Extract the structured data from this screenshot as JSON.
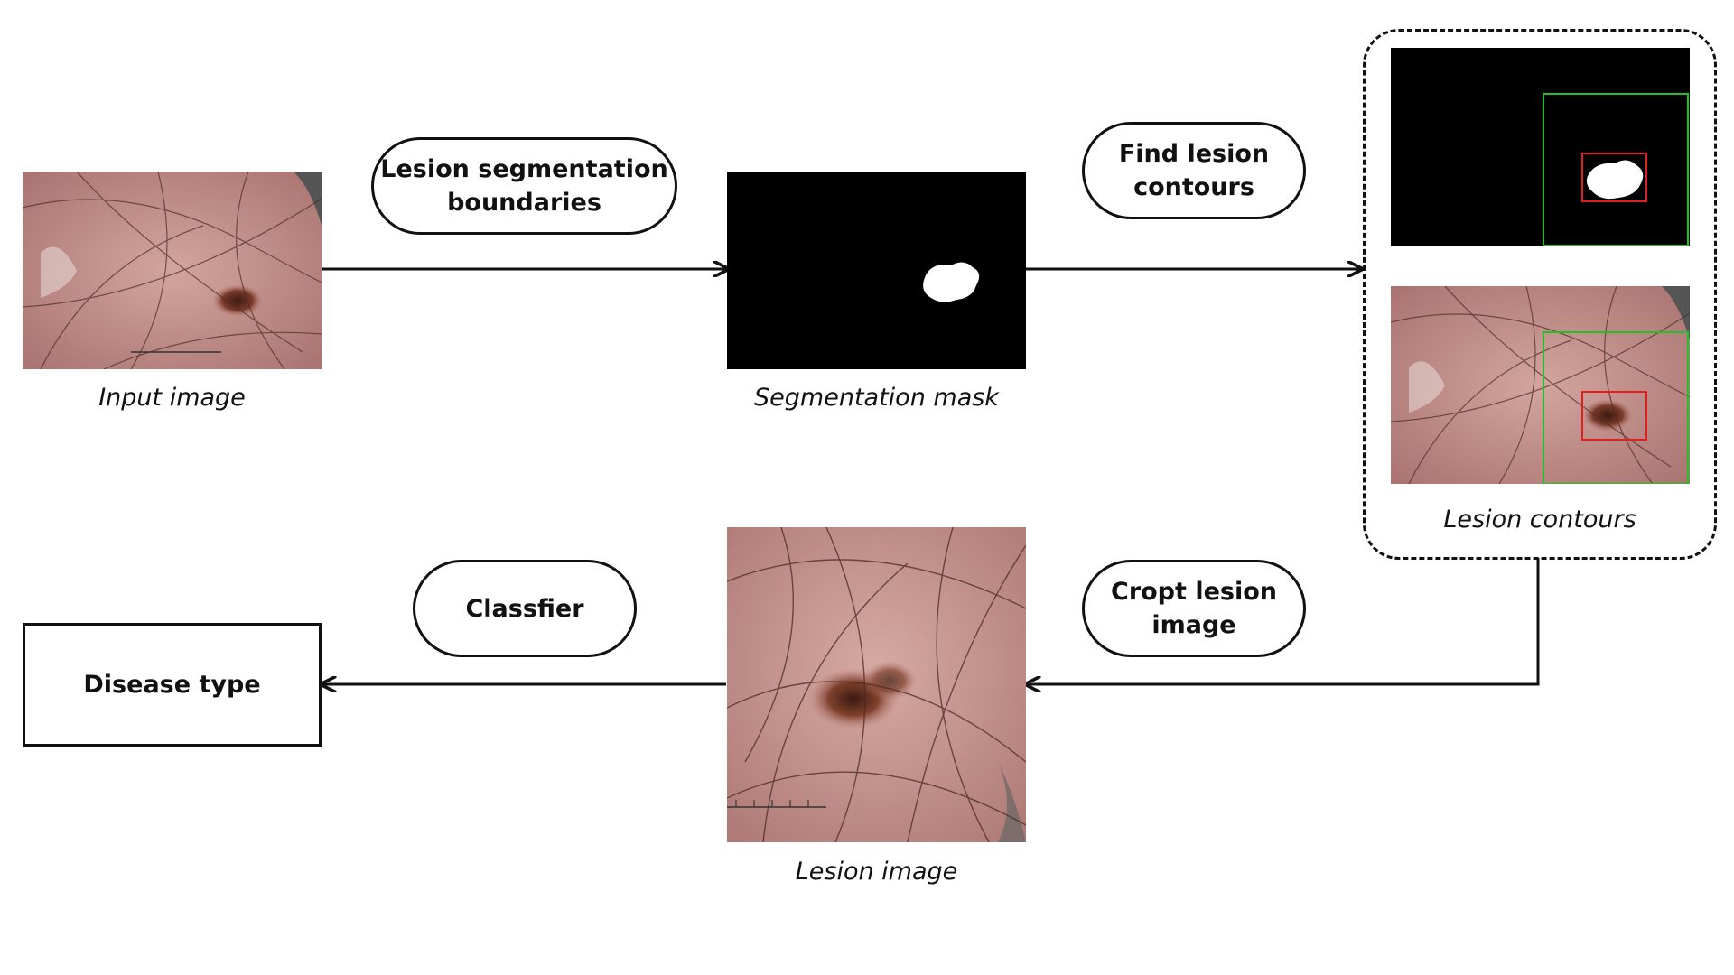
{
  "diagram": {
    "steps": {
      "segmentation_label": "Lesion segmentation\nboundaries",
      "contours_label": "Find lesion\ncontours",
      "crop_label": "Cropt lesion\nimage",
      "classifier_label": "Classfier"
    },
    "captions": {
      "input": "Input image",
      "mask": "Segmentation mask",
      "contours": "Lesion contours",
      "lesion": "Lesion image"
    },
    "output_box": "Disease type",
    "colors": {
      "line": "#111111",
      "skin": "#c9958f",
      "lesion": "#5a2a1e",
      "bbox_outer": "#22c02a",
      "bbox_inner": "#e0201e"
    }
  }
}
